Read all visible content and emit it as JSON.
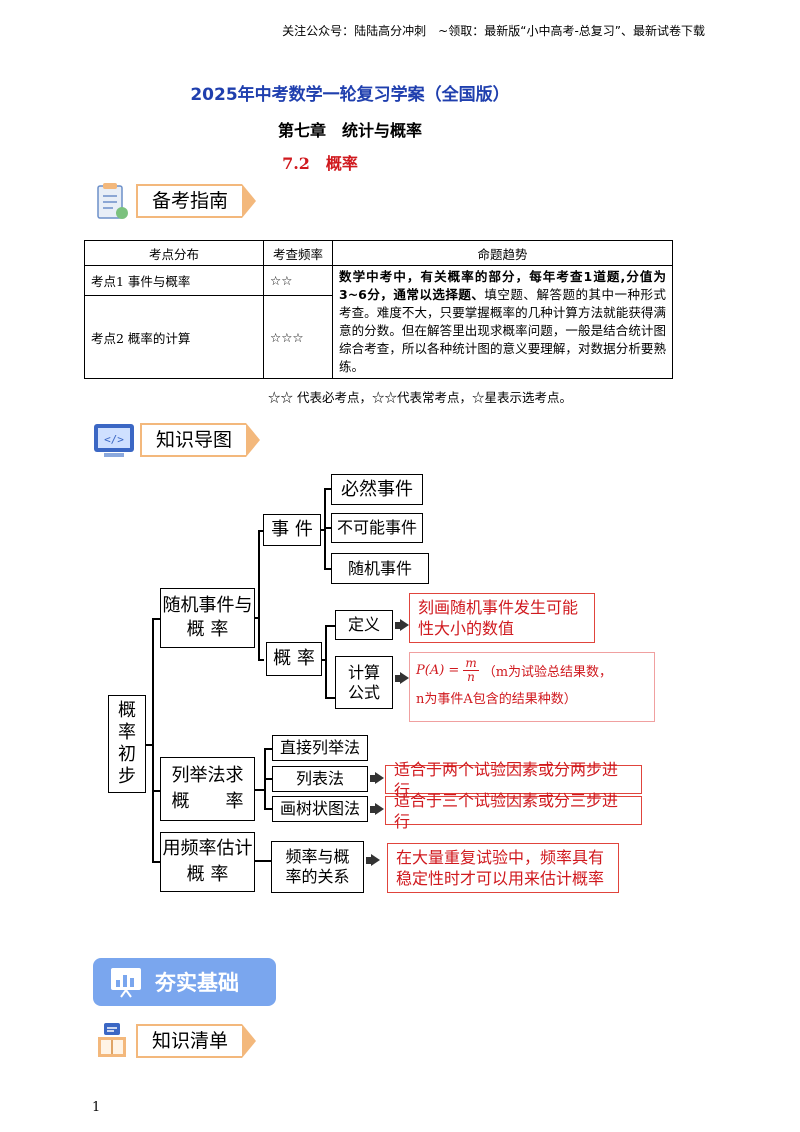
{
  "header_note": "关注公众号：陆陆高分冲刺　~领取：最新版“小中高考-总复习”、最新试卷下载",
  "title": "2025年中考数学一轮复习学案（全国版）",
  "chapter": "第七章　统计与概率",
  "section": "7.2　概率",
  "sections": {
    "guide": "备考指南",
    "mindmap": "知识导图",
    "basics": "夯实基础",
    "checklist": "知识清单"
  },
  "exam_table": {
    "headers": [
      "考点分布",
      "考查频率",
      "命题趋势"
    ],
    "rows": [
      {
        "point": "考点1 事件与概率",
        "freq": "☆☆"
      },
      {
        "point": "考点2 概率的计算",
        "freq": "☆☆☆"
      }
    ],
    "trend_bold": "数学中考中，有关概率的部分，每年考查1道题,分值为3~6分，通常以选择题、",
    "trend_rest": "填空题、解答题的其中一种形式考查。难度不大，只要掌握概率的几种计算方法就能获得满意的分数。但在解答里出现求概率问题，一般是结合统计图综合考查，所以各种统计图的意义要理解，对数据分析要熟练。"
  },
  "legend_note": "☆☆ 代表必考点，☆☆代表常考点，☆星表示选考点。",
  "mindmap": {
    "root": "概率初步",
    "b1": "随机事件与 概 率",
    "b1_event": "事 件",
    "b1_event_items": [
      "必然事件",
      "不可能事件",
      "随机事件"
    ],
    "b1_prob": "概 率",
    "b1_def": "定义",
    "b1_def_desc": "刻画随机事件发生可能性大小的数值",
    "b1_formula": "计算公式",
    "b1_formula_lhs": "P(A) =",
    "b1_formula_num": "m",
    "b1_formula_den": "n",
    "b1_formula_desc1": "（m为试验总结果数，",
    "b1_formula_desc2": "n为事件A包含的结果种数）",
    "b2": "列举法求概　　率",
    "b2_items": [
      "直接列举法",
      "列表法",
      "画树状图法"
    ],
    "b2_desc_table": "适合于两个试验因素或分两步进行",
    "b2_desc_tree": "适合于三个试验因素或分三步进行",
    "b3": "用频率估计 概 率",
    "b3_item": "频率与概率的关系",
    "b3_desc": "在大量重复试验中，频率具有稳定性时才可以用来估计概率"
  },
  "page_number": "1"
}
